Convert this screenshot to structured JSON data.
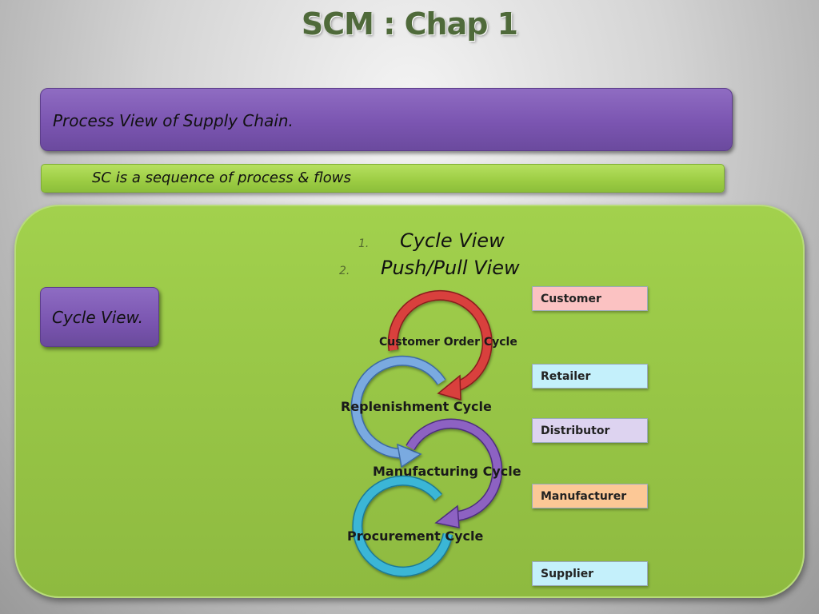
{
  "slide": {
    "title": "SCM : Chap 1",
    "heading": "Process View of Supply Chain.",
    "subheading": "SC is a sequence of process & flows",
    "list": [
      {
        "number": "1.",
        "text": "Cycle View"
      },
      {
        "number": "2.",
        "text": "Push/Pull View"
      }
    ],
    "side_label": "Cycle View.",
    "cycles": [
      {
        "label": "Customer Order Cycle",
        "color": "#d9403e"
      },
      {
        "label": "Replenishment Cycle",
        "color": "#6f9fd8"
      },
      {
        "label": "Manufacturing Cycle",
        "color": "#8d62c2"
      },
      {
        "label": "Procurement Cycle",
        "color": "#3ab6d6"
      }
    ],
    "roles": [
      {
        "label": "Customer",
        "color": "#fbc2c2"
      },
      {
        "label": "Retailer",
        "color": "#c4f0fb"
      },
      {
        "label": "Distributor",
        "color": "#ddd3f0"
      },
      {
        "label": "Manufacturer",
        "color": "#fcc896"
      },
      {
        "label": "Supplier",
        "color": "#c4f0fb"
      }
    ]
  }
}
